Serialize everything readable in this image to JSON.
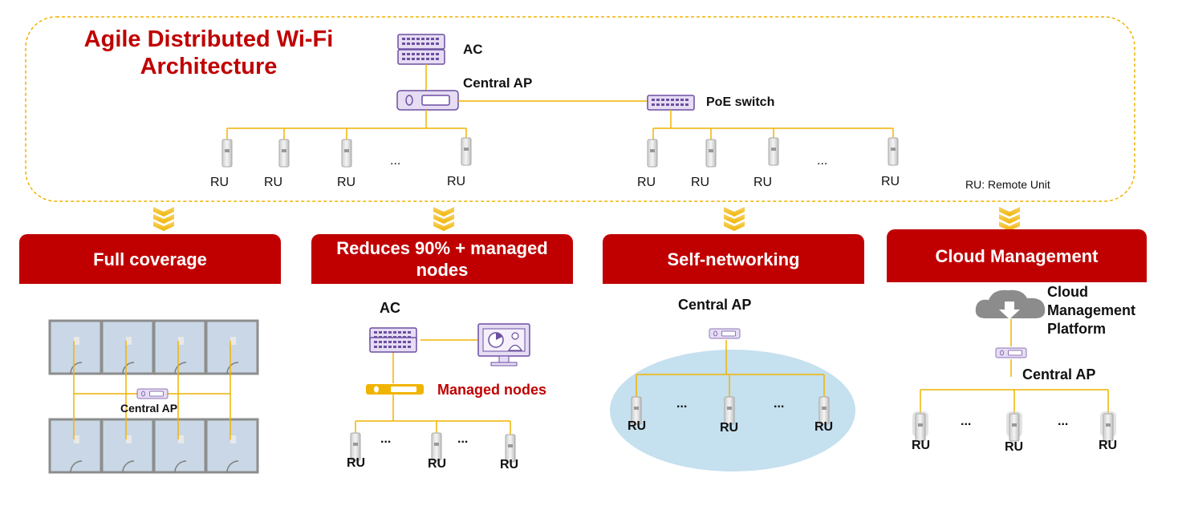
{
  "title": "Agile Distributed Wi-Fi Architecture",
  "top": {
    "ac_label": "AC",
    "central_ap_label": "Central AP",
    "poe_label": "PoE switch",
    "ru_label": "RU",
    "ellipsis": "...",
    "legend": "RU: Remote Unit"
  },
  "panels": [
    {
      "title": "Full coverage",
      "central_ap_label": "Central AP"
    },
    {
      "title": "Reduces 90% + managed nodes",
      "ac_label": "AC",
      "managed_label": "Managed nodes",
      "ru_label": "RU",
      "ellipsis": "..."
    },
    {
      "title": "Self-networking",
      "central_ap_label": "Central AP",
      "ru_label": "RU",
      "ellipsis": "..."
    },
    {
      "title": "Cloud Management",
      "cloud_label": "Cloud Management Platform",
      "central_ap_label": "Central AP",
      "ru_label": "RU",
      "ellipsis": "..."
    }
  ],
  "colors": {
    "brand_red": "#c00000",
    "line_orange": "#f0b400",
    "device_purple": "#e6dcf4",
    "panel_grey": "#ebebeb",
    "ellipse_blue": "#c5e0ee"
  }
}
